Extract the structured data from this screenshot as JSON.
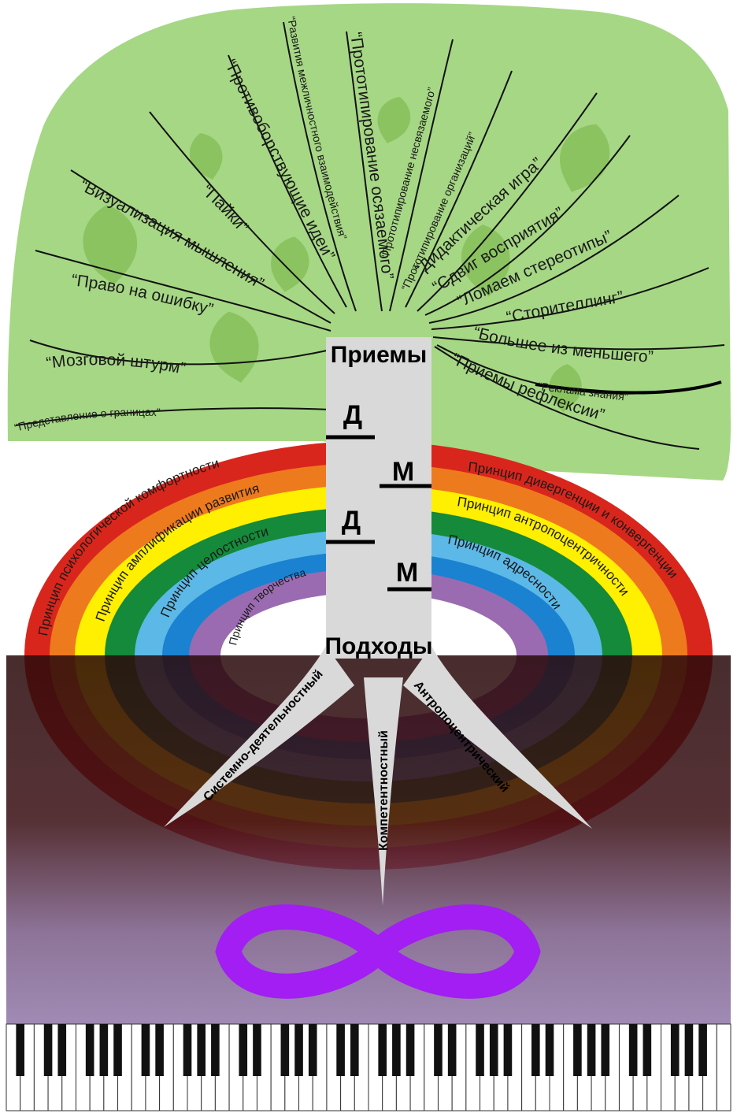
{
  "trunk": {
    "top_label": "Приемы",
    "bottom_label": "Подходы",
    "markers": [
      "Д",
      "М",
      "Д",
      "М"
    ]
  },
  "techniques_left": [
    "“Представление о границах”",
    "“Мозговой штурм”",
    "“Право на ошибку”",
    "“Визуализация мышления”",
    "“Пайки”",
    "“Противоборствующие идеи”",
    "“Развития межличностного взаимодействия”",
    "“Прототипирование осязаемого”"
  ],
  "techniques_right": [
    "“Прототипирование несвязаемого”",
    "“Прототипирование организаций”",
    "“Дидактическая игра”",
    "“Сдвиг восприятия”",
    "“Ломаем стереотипы”",
    "“Сторителлинг”",
    "“Большее из меньшего”",
    "“Реклама знания”",
    "“Приемы рефлексии”"
  ],
  "principles_left": [
    "Принцип психологической комфортности",
    "Принцип амплификации развития",
    "Принцип целостности",
    "Принцип творчества"
  ],
  "principles_right": [
    "Принцип дивергенции и конвергенции",
    "Принцип антропоцентричности",
    "Принцип адресности"
  ],
  "approaches": [
    "Системно-деятельностный",
    "Компетентностный",
    "Антропоцентрический"
  ],
  "colors": {
    "crown": "#a6d785",
    "trunk": "#d9d9d9",
    "rainbow": [
      "#d9261c",
      "#ee7a1e",
      "#ffef00",
      "#148a3a",
      "#5cb8e6",
      "#1a82d1",
      "#9a6bb0"
    ],
    "infinity": "#a21ef2"
  },
  "icons": [
    "leaf-icon",
    "infinity-icon",
    "piano-keys"
  ]
}
